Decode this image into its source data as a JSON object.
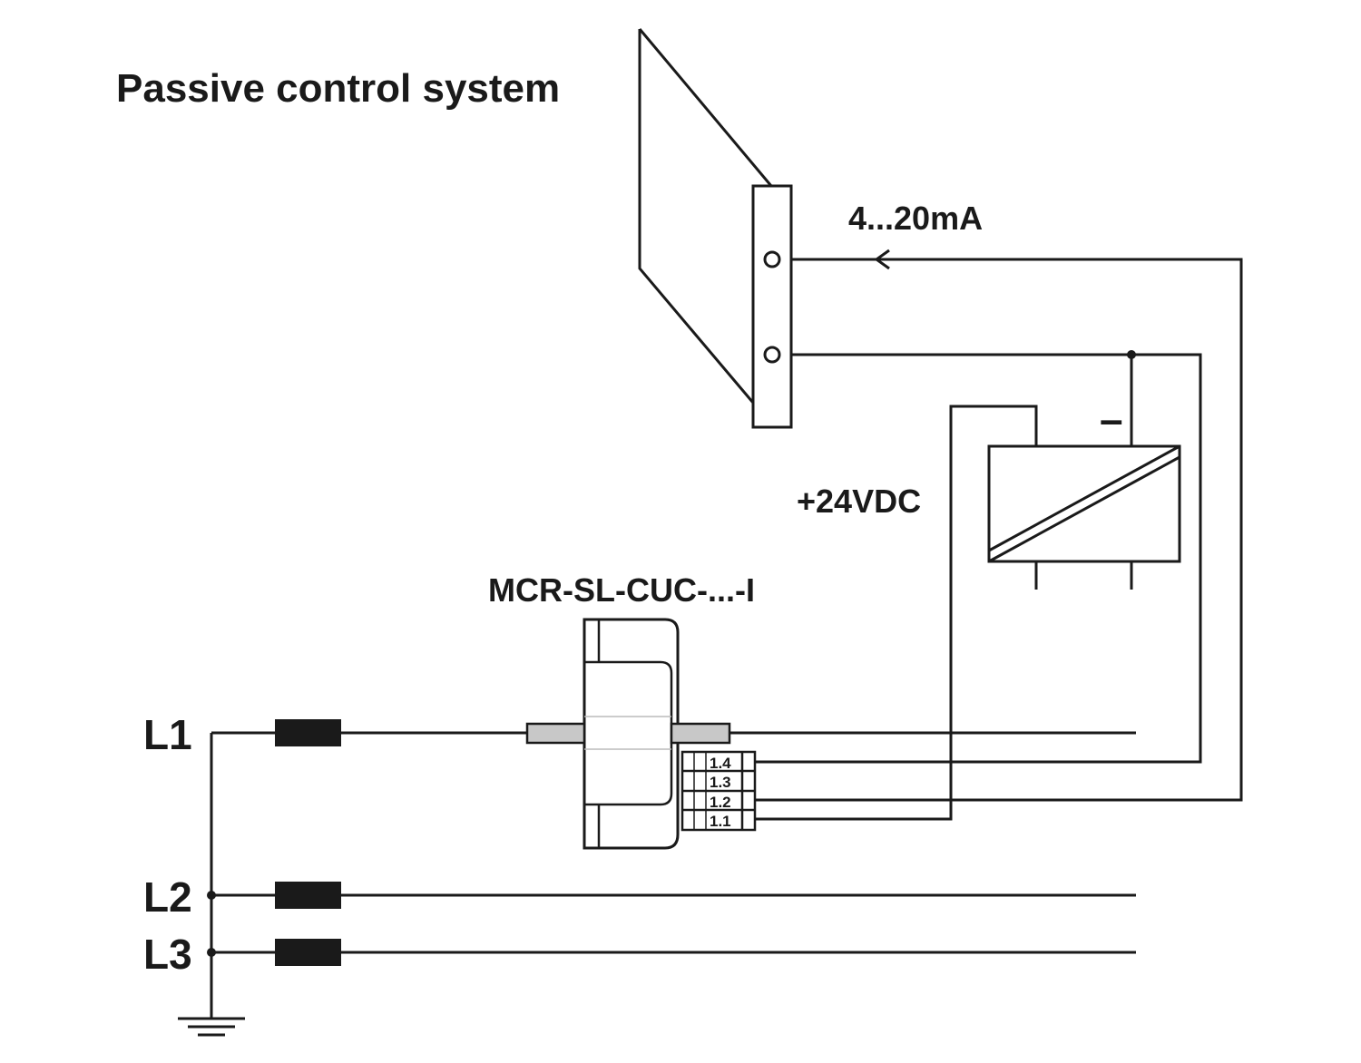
{
  "title": "Passive control system",
  "current_signal_label": "4...20mA",
  "supply_label": "+24VDC",
  "supply_negative_label": "–",
  "sensor_model_label": "MCR-SL-CUC-...-I",
  "phase_labels": [
    "L1",
    "L2",
    "L3"
  ],
  "terminal_labels": [
    "1.4",
    "1.3",
    "1.2",
    "1.1"
  ],
  "colors": {
    "ink": "#1a1a1a",
    "conductor_gray": "#c8c8c8",
    "fuse": "#1a1a1a"
  }
}
